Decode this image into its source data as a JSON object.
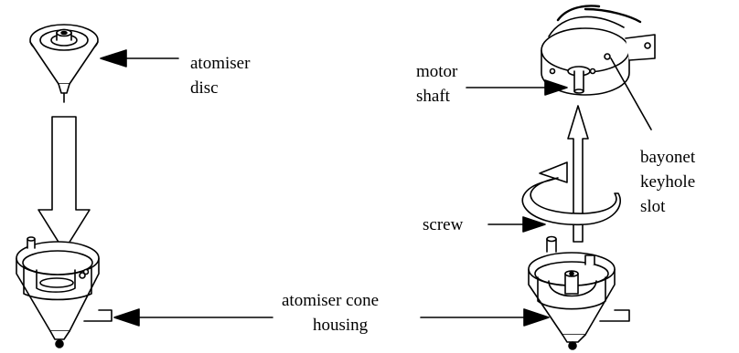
{
  "labels": {
    "atomiser_disc_line1": "atomiser",
    "atomiser_disc_line2": "disc",
    "motor_shaft_line1": "motor",
    "motor_shaft_line2": "shaft",
    "bayonet_line1": "bayonet",
    "bayonet_line2": "keyhole",
    "bayonet_line3": "slot",
    "screw": "screw",
    "cone_housing_line1": "atomiser cone",
    "cone_housing_line2": "housing"
  },
  "colors": {
    "line": "#000000",
    "fill": "#ffffff"
  }
}
